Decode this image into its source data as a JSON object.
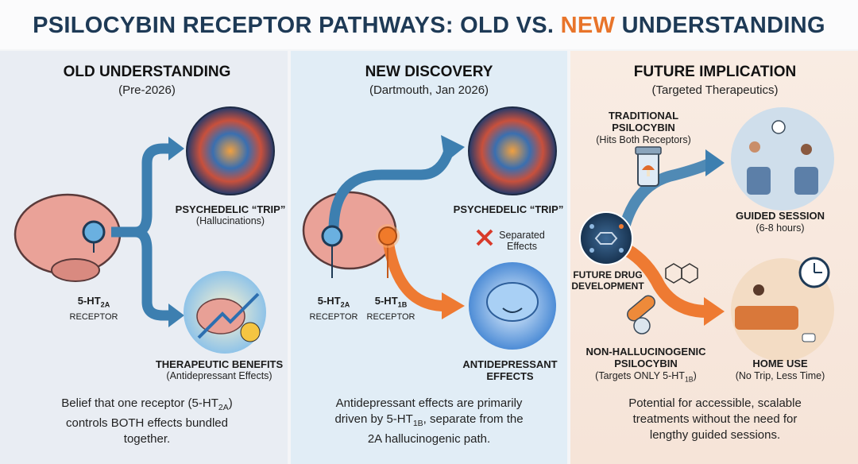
{
  "title": {
    "part1": "PSILOCYBIN RECEPTOR PATHWAYS: OLD VS.",
    "highlight": "NEW",
    "part2": "UNDERSTANDING"
  },
  "old": {
    "heading": "OLD UNDERSTANDING",
    "subheading": "(Pre-2026)",
    "receptor": {
      "name": "5-HT",
      "sub": "2A",
      "label": "RECEPTOR"
    },
    "trip": {
      "label": "PSYCHEDELIC “TRIP”",
      "sub": "(Hallucinations)"
    },
    "therapeutic": {
      "label": "THERAPEUTIC BENEFITS",
      "sub": "(Antidepressant Effects)"
    },
    "desc": {
      "line1a": "Belief that one receptor (5-HT",
      "line1sub": "2A",
      "line1b": ")",
      "line2": "controls BOTH effects bundled",
      "line3": "together."
    }
  },
  "new": {
    "heading": "NEW DISCOVERY",
    "subheading": "(Dartmouth, Jan 2026)",
    "receptor_a": {
      "name": "5-HT",
      "sub": "2A",
      "label": "RECEPTOR"
    },
    "receptor_b": {
      "name": "5-HT",
      "sub": "1B",
      "label": "RECEPTOR"
    },
    "trip": {
      "label": "PSYCHEDELIC “TRIP”"
    },
    "separated": {
      "line1": "Separated",
      "line2": "Effects"
    },
    "antidepressant": {
      "line1": "ANTIDEPRESSANT",
      "line2": "EFFECTS"
    },
    "desc": {
      "line1": "Antidepressant effects are primarily",
      "line2a": "driven by 5-HT",
      "line2sub": "1B",
      "line2b": ", separate from the",
      "line3": "2A hallucinogenic path."
    }
  },
  "future": {
    "heading": "FUTURE IMPLICATION",
    "subheading": "(Targeted Therapeutics)",
    "traditional": {
      "line1": "TRADITIONAL",
      "line2": "PSILOCYBIN",
      "sub": "(Hits Both Receptors)"
    },
    "drug_dev": {
      "line1": "FUTURE DRUG",
      "line2": "DEVELOPMENT"
    },
    "guided": {
      "label": "GUIDED SESSION",
      "sub": "(6-8 hours)"
    },
    "nonhall": {
      "line1": "NON-HALLUCINOGENIC",
      "line2": "PSILOCYBIN",
      "sub_a": "(Targets ONLY 5-HT",
      "sub_sub": "1B",
      "sub_b": ")"
    },
    "home": {
      "label": "HOME USE",
      "sub": "(No Trip, Less Time)"
    },
    "desc": {
      "line1": "Potential for accessible, scalable",
      "line2": "treatments without the need for",
      "line3": "lengthy guided sessions."
    }
  },
  "colors": {
    "navy": "#1e3a56",
    "orange": "#e8742a",
    "blue": "#3d7fb0"
  }
}
